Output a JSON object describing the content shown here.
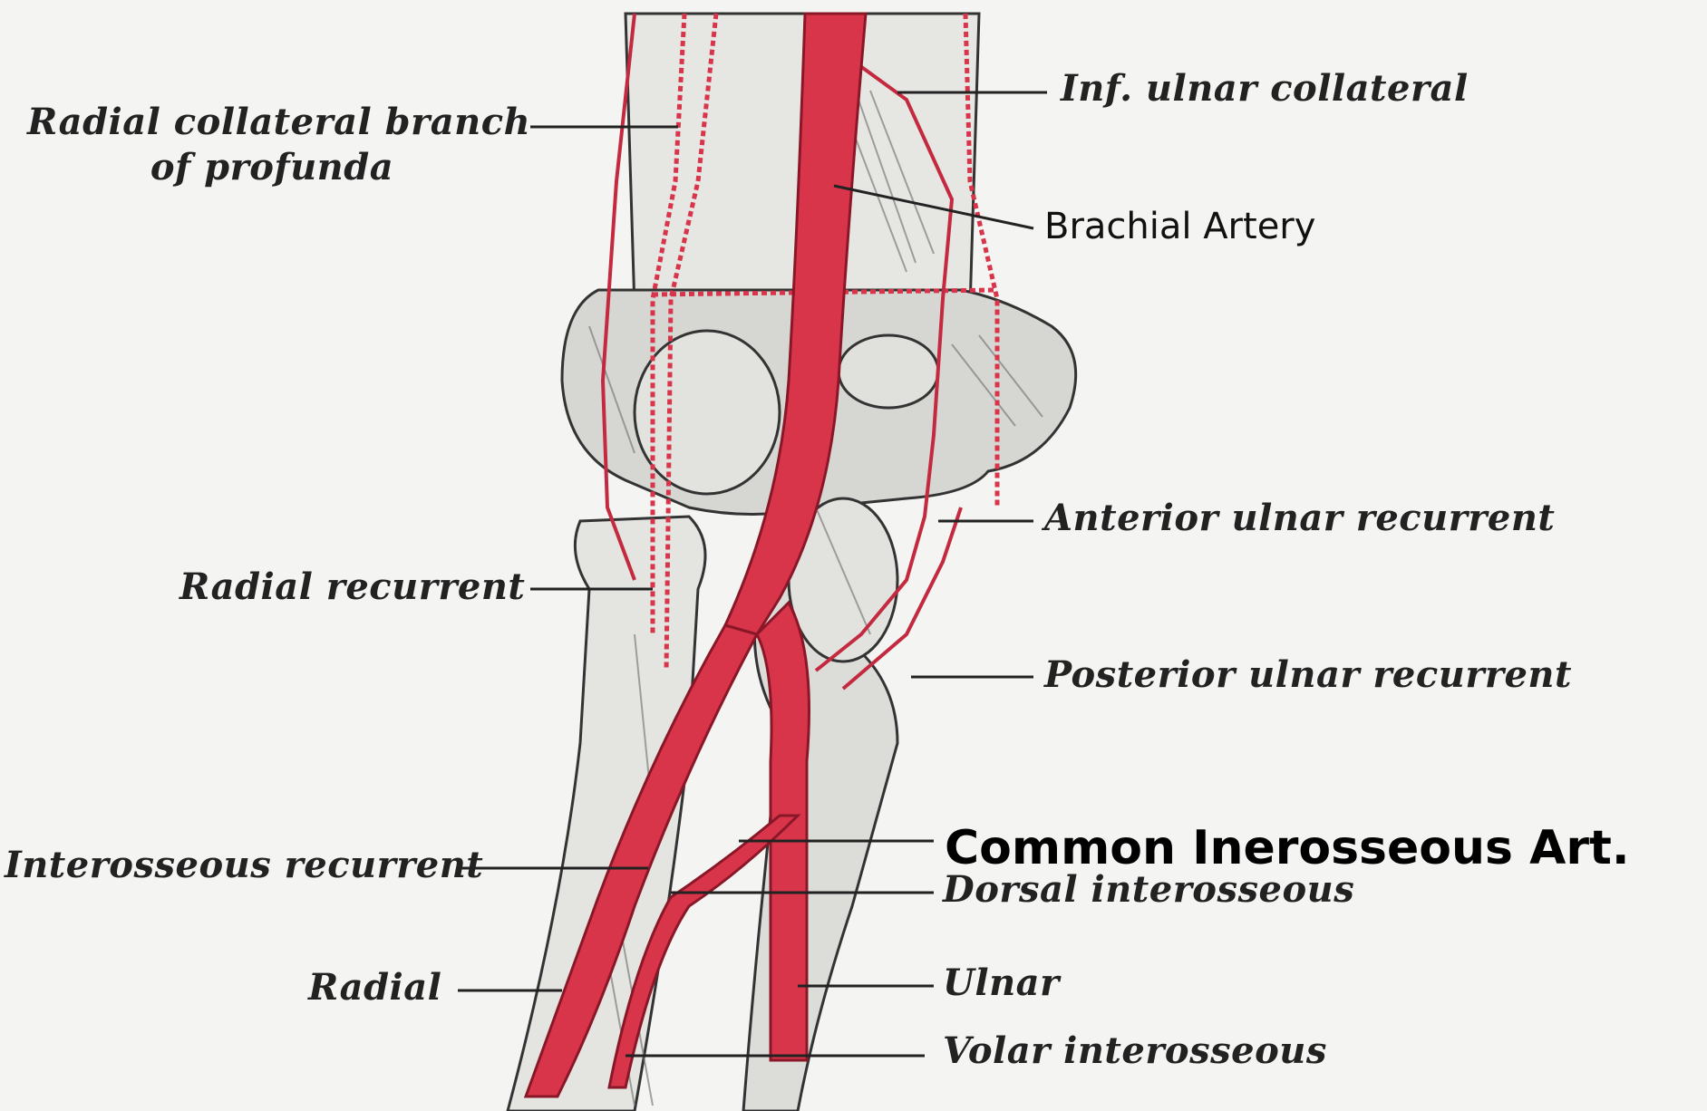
{
  "labels": {
    "radial_collateral_line1": "Radial collateral branch",
    "radial_collateral_line2": "of profunda",
    "inf_ulnar_collateral": "Inf. ulnar collateral",
    "brachial_artery": "Brachial Artery",
    "anterior_ulnar_recurrent": "Anterior ulnar recurrent",
    "radial_recurrent": "Radial recurrent",
    "posterior_ulnar_recurrent": "Posterior ulnar recurrent",
    "common_interosseous": "Common Inerosseous Art.",
    "interosseous_recurrent": "Interosseous recurrent",
    "dorsal_interosseous": "Dorsal interosseous",
    "radial": "Radial",
    "ulnar": "Ulnar",
    "volar_interosseous": "Volar interosseous"
  },
  "colors": {
    "artery": "#d8354a",
    "artery_dark": "#9e1c2c",
    "bone": "#d9d9d6",
    "bone_shade": "#8a8a88",
    "line": "#222222",
    "background": "#f4f4f2"
  }
}
